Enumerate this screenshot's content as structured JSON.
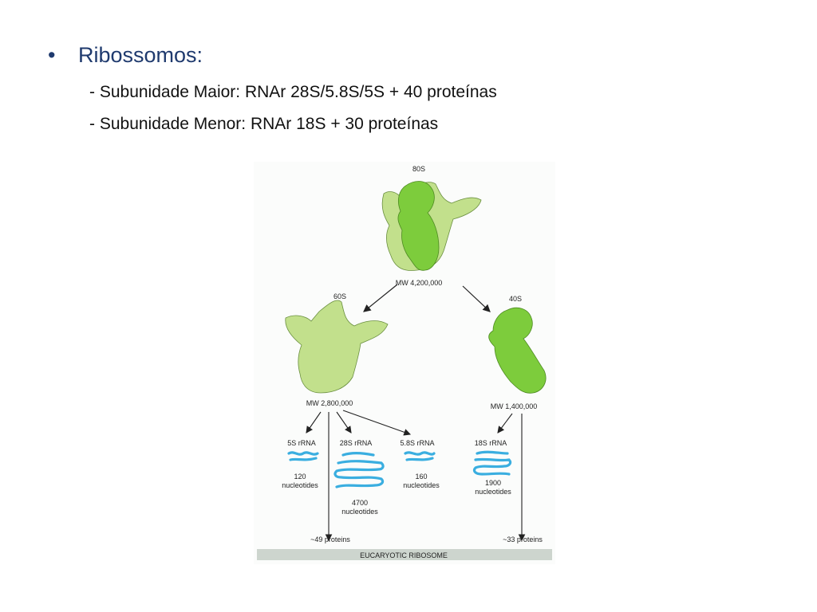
{
  "slide": {
    "bullet_symbol": "•",
    "heading": "Ribossomos:",
    "lines": [
      "- Subunidade Maior: RNAr 28S/5.8S/5S + 40 proteínas",
      "- Subunidade Menor: RNAr 18S + 30 proteínas"
    ]
  },
  "figure": {
    "ribosome_80s_label": "80S",
    "ribosome_80s_mw": "MW 4,200,000",
    "large_subunit_label": "60S",
    "large_subunit_mw": "MW 2,800,000",
    "small_subunit_label": "40S",
    "small_subunit_mw": "MW 1,400,000",
    "rrna": [
      {
        "label": "5S rRNA",
        "length": "120",
        "unit": "nucleotides"
      },
      {
        "label": "28S rRNA",
        "length": "4700",
        "unit": "nucleotides"
      },
      {
        "label": "5.8S rRNA",
        "length": "160",
        "unit": "nucleotides"
      },
      {
        "label": "18S rRNA",
        "length": "1900",
        "unit": "nucleotides"
      }
    ],
    "large_proteins": "~49 proteins",
    "small_proteins": "~33 proteins",
    "caption": "EUCARYOTIC RIBOSOME",
    "colors": {
      "light_green": "#c2e08c",
      "dark_green": "#7dcc3c",
      "rna_blue": "#3aaee0",
      "caption_bar": "#cdd5ce"
    }
  }
}
